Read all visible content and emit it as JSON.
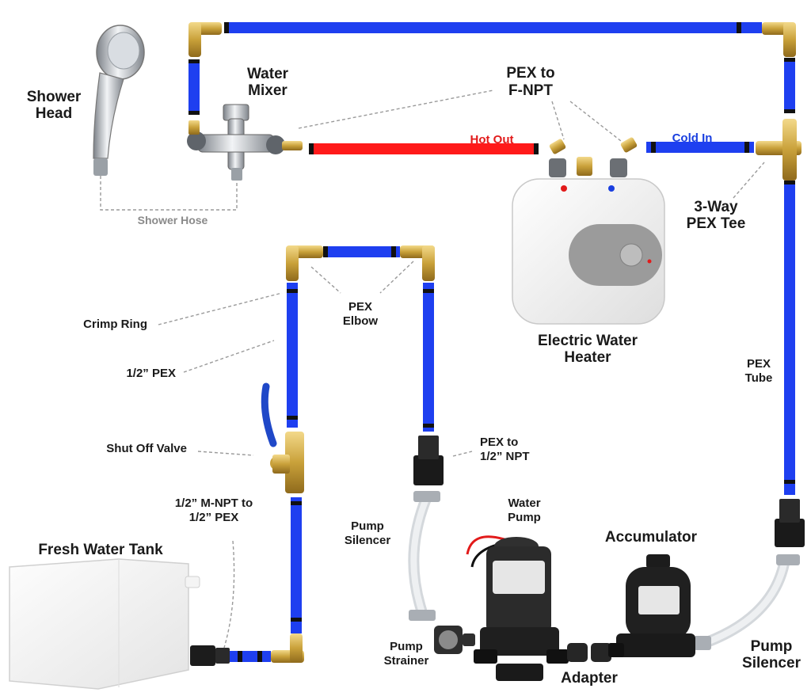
{
  "labels": {
    "shower_head": [
      "Shower",
      "Head"
    ],
    "water_mixer": [
      "Water",
      "Mixer"
    ],
    "pex_to_fnpt": [
      "PEX to",
      "F-NPT"
    ],
    "hot_out": "Hot Out",
    "cold_in": "Cold In",
    "shower_hose": "Shower Hose",
    "three_way_tee": [
      "3-Way",
      "PEX Tee"
    ],
    "electric_water_heater": [
      "Electric Water",
      "Heater"
    ],
    "pex_elbow": [
      "PEX",
      "Elbow"
    ],
    "crimp_ring": "Crimp Ring",
    "half_pex": "1/2” PEX",
    "pex_tube": [
      "PEX",
      "Tube"
    ],
    "shut_off_valve": "Shut Off Valve",
    "pex_to_half_npt": [
      "PEX to",
      "1/2” NPT"
    ],
    "mnpt_to_pex": [
      "1/2” M-NPT to",
      "1/2” PEX"
    ],
    "water_pump": [
      "Water",
      "Pump"
    ],
    "pump_silencer_left": [
      "Pump",
      "Silencer"
    ],
    "accumulator": "Accumulator",
    "fresh_water_tank": "Fresh Water Tank",
    "pump_strainer": [
      "Pump",
      "Strainer"
    ],
    "adapter": "Adapter",
    "pump_silencer_right": [
      "Pump",
      "Silencer"
    ]
  },
  "colors": {
    "pex_blue": "#1e3ff0",
    "pex_red": "#ff1a1a",
    "crimp_black": "#111111",
    "brass": "#c9a13a",
    "chrome": "#b8bcc2"
  }
}
